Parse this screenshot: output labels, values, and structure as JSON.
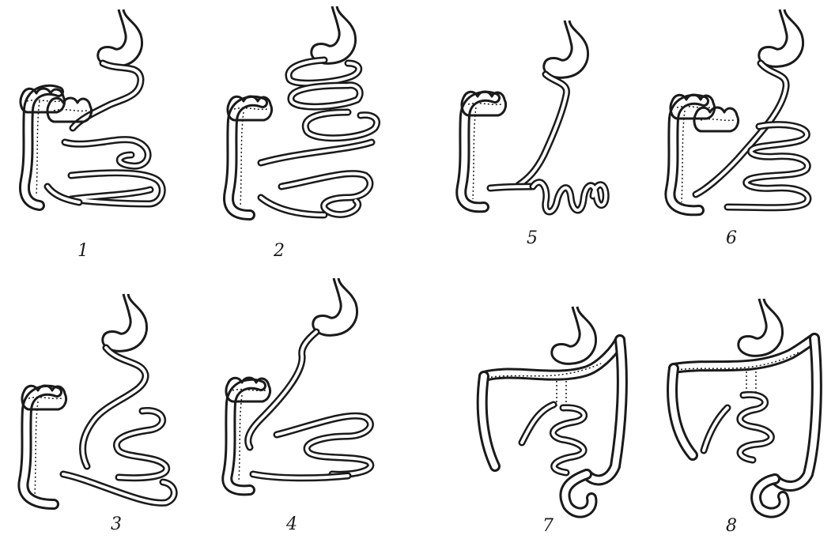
{
  "figures": [
    {
      "number": "1"
    },
    {
      "number": "2"
    },
    {
      "number": "3"
    },
    {
      "number": "4"
    },
    {
      "number": "5"
    },
    {
      "number": "6"
    },
    {
      "number": "7"
    },
    {
      "number": "8"
    }
  ],
  "colors": {
    "ink": "#1a1a1a",
    "background": "#ffffff"
  }
}
